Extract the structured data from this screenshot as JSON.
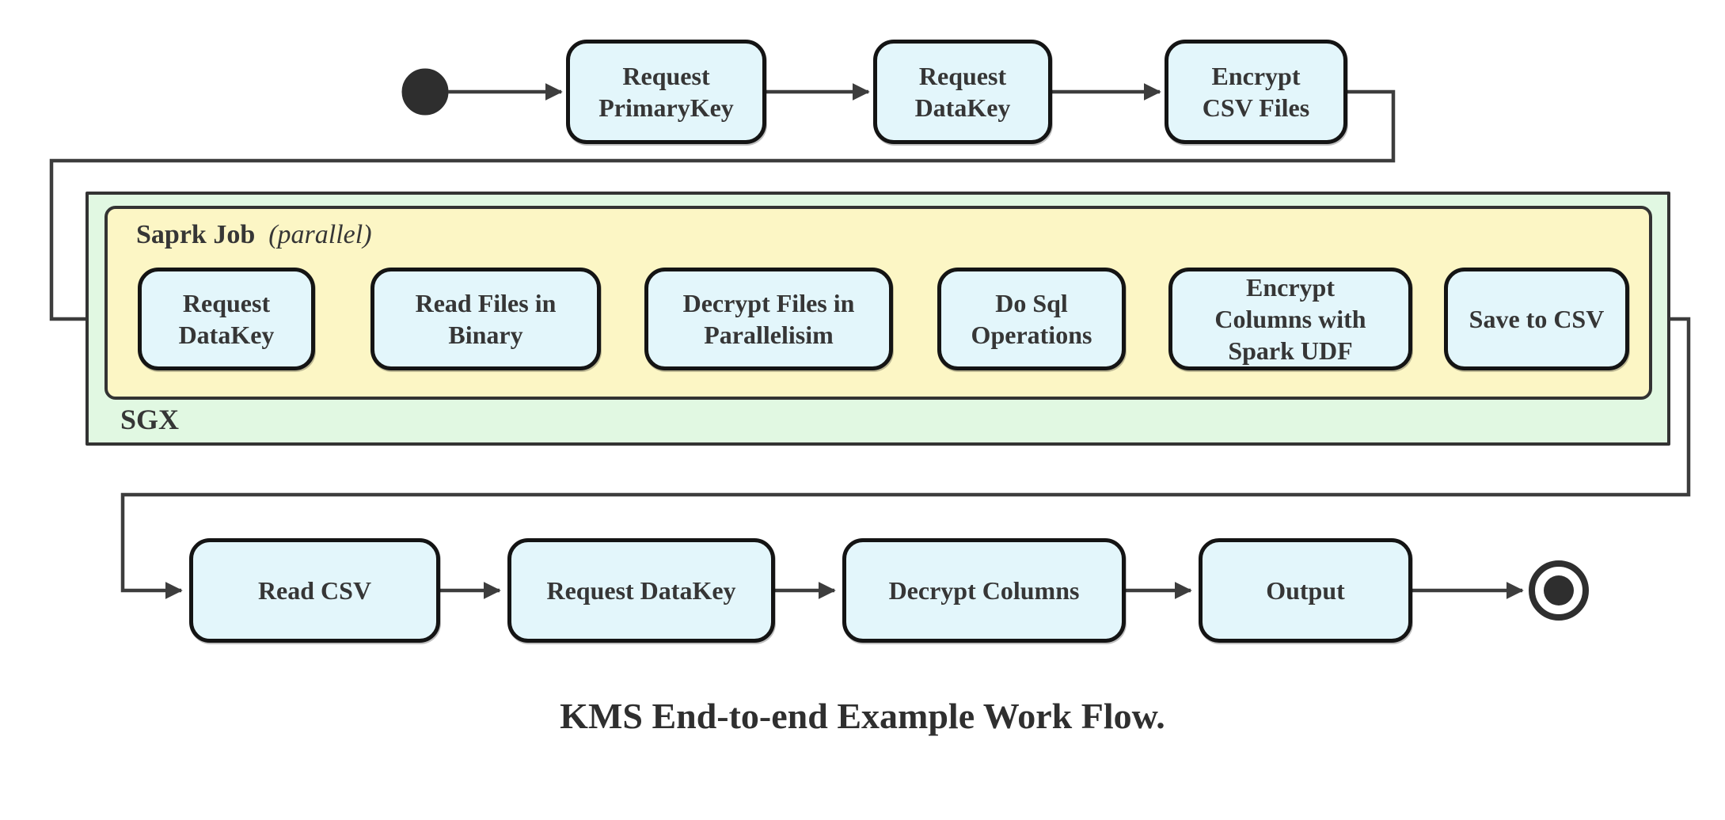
{
  "caption": "KMS End-to-end Example Work Flow.",
  "containers": {
    "sgx_label": "SGX",
    "spark_job_label": "Saprk Job",
    "spark_job_qualifier": "(parallel)"
  },
  "rows": {
    "top": [
      "Request PrimaryKey",
      "Request DataKey",
      "Encrypt CSV Files"
    ],
    "sgx": [
      "Request DataKey",
      "Read Files in Binary",
      "Decrypt Files in Parallelisim",
      "Do Sql Operations",
      "Encrypt Columns with Spark UDF",
      "Save to CSV"
    ],
    "bottom": [
      "Read CSV",
      "Request DataKey",
      "Decrypt Columns",
      "Output"
    ]
  },
  "symbols": {
    "start_node": "initial-state-filled-circle",
    "end_node": "final-state-bullseye",
    "arrow": "filled-triangle-arrowhead"
  },
  "colors": {
    "node_fill": "#e3f6fb",
    "node_border": "#141414",
    "sgx_fill": "#e1f8e2",
    "spark_fill": "#fcf6c5",
    "container_border": "#333333",
    "line": "#3d3d3d",
    "text": "#363636"
  }
}
